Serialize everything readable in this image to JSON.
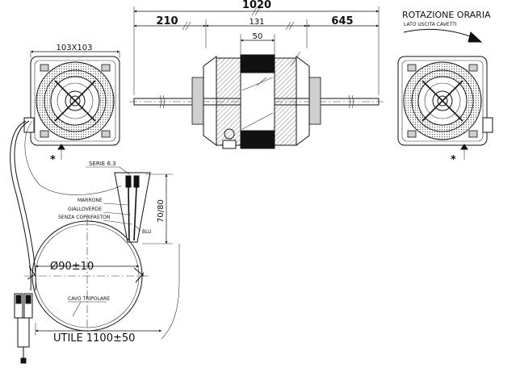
{
  "dimensions": {
    "overall_length": "1020",
    "left_shaft": "210",
    "right_shaft": "645",
    "body_length": "131",
    "stator_width": "50",
    "flange_size": "103X103",
    "terminal_series": "SERIE 6.3",
    "lead_length_short": "70/80",
    "coil_diameter": "Ø90±10",
    "useful_length": "UTILE  1100±50"
  },
  "rotation": {
    "title": "ROTAZIONE ORARIA",
    "subtitle": "LATO USCITA CAVETTI"
  },
  "wires": {
    "brown": "MARRONE",
    "yellow_green": "GIALLOVERDE",
    "no_cover": "SENZA COPRIFASTON",
    "blue": "BLU",
    "tripolar_cable": "CAVO TRIPOLARE"
  },
  "markers": {
    "reference_star": "*"
  }
}
